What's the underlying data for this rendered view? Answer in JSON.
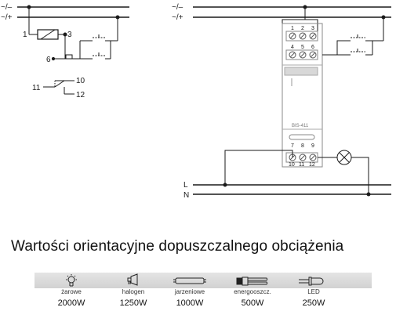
{
  "left_schematic": {
    "line_top": "~/–",
    "line_bottom": "~/+",
    "coil_terminal_a": "1",
    "coil_terminal_b": "3",
    "button_input": "6",
    "relay_common": "11",
    "relay_no": "10",
    "relay_nc": "12"
  },
  "right_schematic": {
    "line_top": "~/–",
    "line_bottom": "~/+",
    "terminals_row1": [
      "1",
      "2",
      "3"
    ],
    "terminals_row2": [
      "4",
      "5",
      "6"
    ],
    "terminals_row3": [
      "7",
      "8",
      "9"
    ],
    "terminals_row4": [
      "10",
      "11",
      "12"
    ],
    "device_model": "BIS-411",
    "line_l": "L",
    "line_n": "N"
  },
  "heading": "Wartości orientacyjne dopuszczalnego obciążenia",
  "loads": [
    {
      "icon": "incandescent-bulb-icon",
      "name": "żarowe",
      "power": "2000W"
    },
    {
      "icon": "halogen-lamp-icon",
      "name": "halogen",
      "power": "1250W"
    },
    {
      "icon": "fluorescent-tube-icon",
      "name": "jarzeniowe",
      "power": "1000W"
    },
    {
      "icon": "energy-saving-lamp-icon",
      "name": "energooszcz.",
      "power": "500W"
    },
    {
      "icon": "led-icon",
      "name": "LED",
      "power": "250W"
    }
  ]
}
